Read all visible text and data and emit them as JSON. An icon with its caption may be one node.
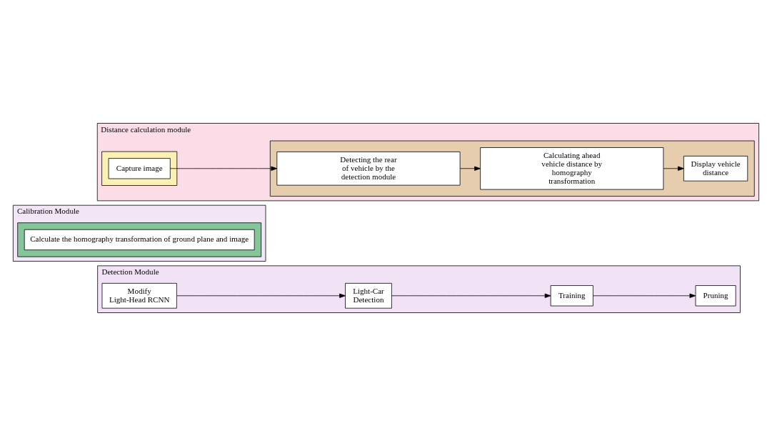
{
  "diagram": {
    "nodes": [
      {
        "text": [
          "Detection Module"
        ]
      },
      {
        "text": [
          "Modify Light-Head RCNN"
        ],
        "in": 0
      },
      {
        "text": [
          "Light-Car Detection"
        ],
        "in": 0
      },
      {
        "text": [
          "Training"
        ],
        "in": 0
      },
      {
        "text": [
          "Pruning"
        ],
        "in": 0
      },
      {
        "text": [
          "Calibration Module"
        ]
      },
      {
        "text": [],
        "shape": "box",
        "in": 5
      },
      {
        "text": [
          "Calculate the homography transformation of ground plane and image"
        ],
        "in": 6
      },
      {
        "text": [
          "Distance calculation module"
        ]
      },
      {
        "text": [],
        "shape": "box",
        "in": 8
      },
      {
        "text": [
          "Capture image"
        ],
        "in": 9
      },
      {
        "text": [],
        "shape": "box",
        "in": 8
      },
      {
        "text": [
          "Detecting the rear of vehicle by the detection module"
        ],
        "in": 11
      },
      {
        "text": [
          "Calculating ahead vehicle distance by homography transformation"
        ],
        "in": 11
      },
      {
        "text": [
          "Display vehicle distance"
        ],
        "in": 11
      }
    ],
    "edges": [
      {
        "from": 1,
        "to": 2,
        "arrow": "to"
      },
      {
        "from": 2,
        "to": 3,
        "arrow": "to"
      },
      {
        "from": 3,
        "to": 4,
        "arrow": "to"
      },
      {
        "from": 10,
        "to": 12,
        "arrow": "to"
      },
      {
        "from": 12,
        "to": 13,
        "arrow": "to"
      },
      {
        "from": 13,
        "to": 14,
        "arrow": "to"
      }
    ]
  }
}
